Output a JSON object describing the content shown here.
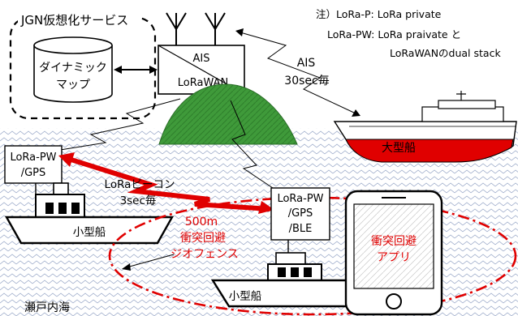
{
  "jgn": {
    "title": "JGN仮想化サービス",
    "map_line1": "ダイナミック",
    "map_line2": "マップ"
  },
  "station": {
    "ais": "AIS",
    "lorawan": "LoRaWAN"
  },
  "note": {
    "line1": "注）LoRa-P: LoRa private",
    "line2": "LoRa-PW: LoRa praivate と",
    "line3": "LoRaWANのdual stack"
  },
  "ais_link": {
    "label": "AIS",
    "interval": "30sec毎"
  },
  "large_ship": {
    "label": "大型船"
  },
  "small_ship_left": {
    "device_line1": "LoRa-PW",
    "device_line2": "/GPS",
    "label": "小型船"
  },
  "beacon": {
    "label": "LoRaビーコン",
    "interval": "3sec毎"
  },
  "small_ship_right": {
    "device_line1": "LoRa-PW",
    "device_line2": "/GPS",
    "device_line3": "/BLE",
    "label": "小型船"
  },
  "geofence": {
    "line1": "500m",
    "line2": "衝突回避",
    "line3": "ジオフェンス"
  },
  "app": {
    "line1": "衝突回避",
    "line2": "アプリ"
  },
  "sea": {
    "label": "瀬戸内海"
  },
  "colors": {
    "alert_red": "#e00000",
    "mountain_green": "#3f9a3a",
    "sea_pattern": "#9aa9c8"
  }
}
